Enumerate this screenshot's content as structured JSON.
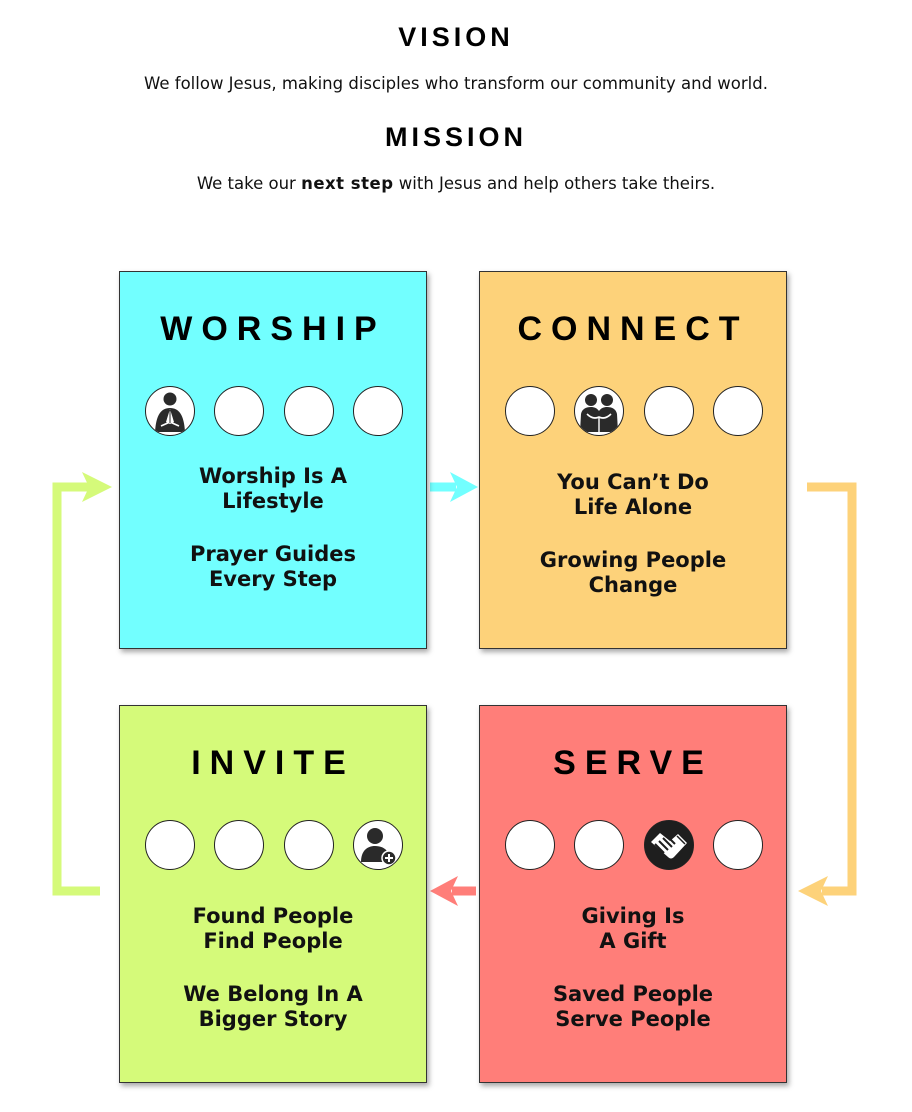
{
  "vision": {
    "heading": "VISION",
    "text": "We follow Jesus, making disciples who transform our community and world."
  },
  "mission": {
    "heading": "MISSION",
    "text_before": "We take our ",
    "text_bold": "next step",
    "text_after": " with Jesus and help others take theirs."
  },
  "cards": {
    "worship": {
      "title": "WORSHIP",
      "line1": "Worship Is A",
      "line2": "Lifestyle",
      "line3": "Prayer Guides",
      "line4": "Every Step",
      "icon": "praying-person-icon",
      "color": "#72ffff"
    },
    "connect": {
      "title": "CONNECT",
      "line1": "You Can’t Do",
      "line2": "Life Alone",
      "line3": "Growing People",
      "line4": "Change",
      "icon": "two-people-icon",
      "color": "#fdd27a"
    },
    "invite": {
      "title": "INVITE",
      "line1": "Found People",
      "line2": "Find People",
      "line3": "We Belong In A",
      "line4": "Bigger Story",
      "icon": "add-person-icon",
      "color": "#d5fa7a"
    },
    "serve": {
      "title": "SERVE",
      "line1": "Giving Is",
      "line2": "A Gift",
      "line3": "Saved People",
      "line4": "Serve People",
      "icon": "handshake-icon",
      "color": "#ff7e79"
    }
  }
}
